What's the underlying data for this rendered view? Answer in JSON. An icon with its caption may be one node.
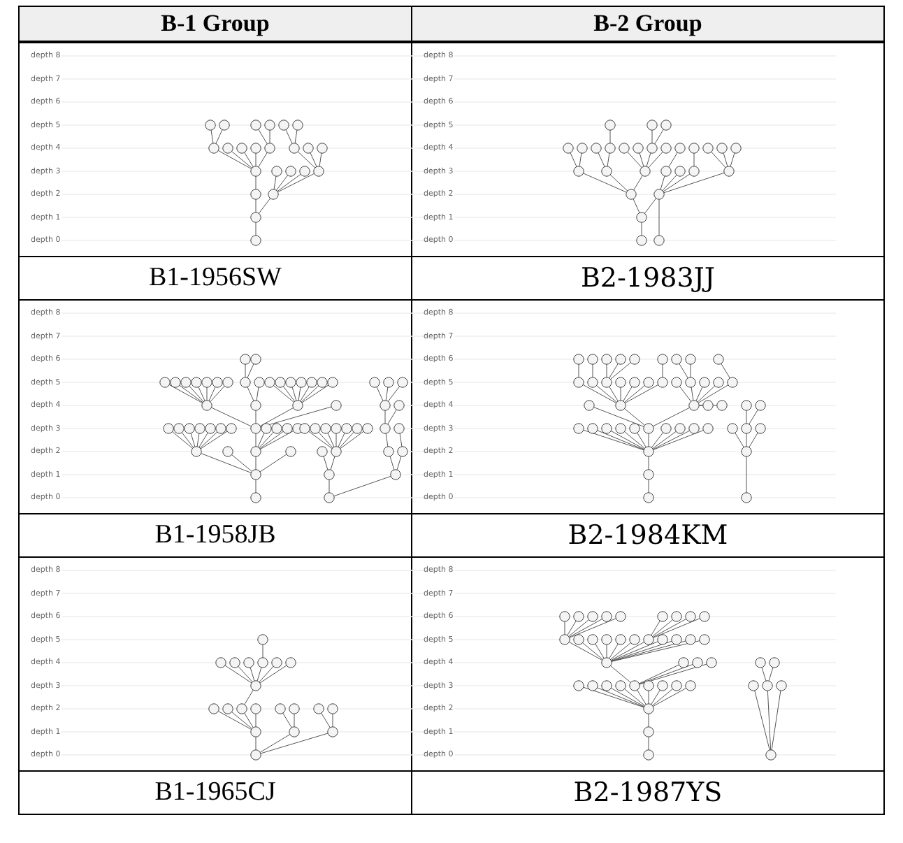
{
  "diagram": {
    "labels": [
      "B-1 Group",
      "B-2 Group",
      "depth 8",
      "depth 7",
      "depth 6",
      "depth 5",
      "depth 4",
      "depth 3",
      "depth 2",
      "depth 1",
      "depth 0",
      "depth 8",
      "depth 7",
      "depth 6",
      "depth 5",
      "depth 4",
      "depth 3",
      "depth 2",
      "depth 1",
      "depth 0",
      "B1-1956SW",
      "B2-1983JJ",
      "depth 8",
      "depth 7",
      "depth 6",
      "depth 5",
      "depth 4",
      "depth 3",
      "depth 2",
      "depth 1",
      "depth 0",
      "depth 8",
      "depth 7",
      "depth 6",
      "depth 5",
      "depth 4",
      "depth 3",
      "depth 2",
      "depth 1",
      "depth 0",
      "B1-1958JB",
      "B2-1984KM",
      "depth 8",
      "depth 7",
      "depth 6",
      "depth 5",
      "depth 4",
      "depth 3",
      "depth 2",
      "depth 1",
      "depth 0",
      "depth 8",
      "depth 7",
      "depth 6",
      "depth 5",
      "depth 4",
      "depth 3",
      "depth 2",
      "depth 1",
      "depth 0",
      "B1-1965CJ",
      "B2-1987YS"
    ]
  }
}
